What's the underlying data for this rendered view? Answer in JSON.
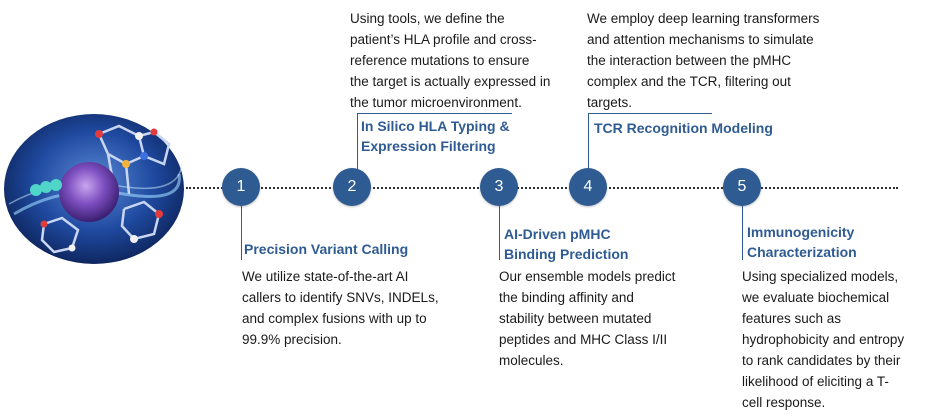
{
  "steps": [
    {
      "number": "1",
      "title": "Precision Variant Calling",
      "description": "We utilize state-of-the-art AI\ncallers to identify SNVs, INDELs,\nand complex fusions with up to\n99.9% precision."
    },
    {
      "number": "2",
      "title": "In Silico HLA Typing &\nExpression Filtering",
      "description": "Using tools, we define the\npatient’s HLA profile and cross-\nreference mutations to ensure\nthe target is actually expressed in\nthe tumor microenvironment."
    },
    {
      "number": "3",
      "title": "AI-Driven pMHC\nBinding Prediction",
      "description": "Our ensemble models predict\nthe binding affinity and\nstability between mutated\npeptides and MHC Class I/II\nmolecules."
    },
    {
      "number": "4",
      "title": "TCR Recognition Modeling",
      "description": "We employ deep learning transformers\nand attention mechanisms to simulate\nthe interaction between the pMHC\ncomplex and the TCR,  filtering out\ntargets."
    },
    {
      "number": "5",
      "title": "Immunogenicity\nCharacterization",
      "description": "Using specialized models,\nwe evaluate biochemical\nfeatures such as\nhydrophobicity and entropy\nto rank candidates by their\nlikelihood of eliciting a T-\ncell response."
    }
  ],
  "colors": {
    "accent": "#2f5b93",
    "text": "#1a1a1a",
    "timeline": "#2f2f2f"
  },
  "illustration": "molecular-cell-illustration"
}
